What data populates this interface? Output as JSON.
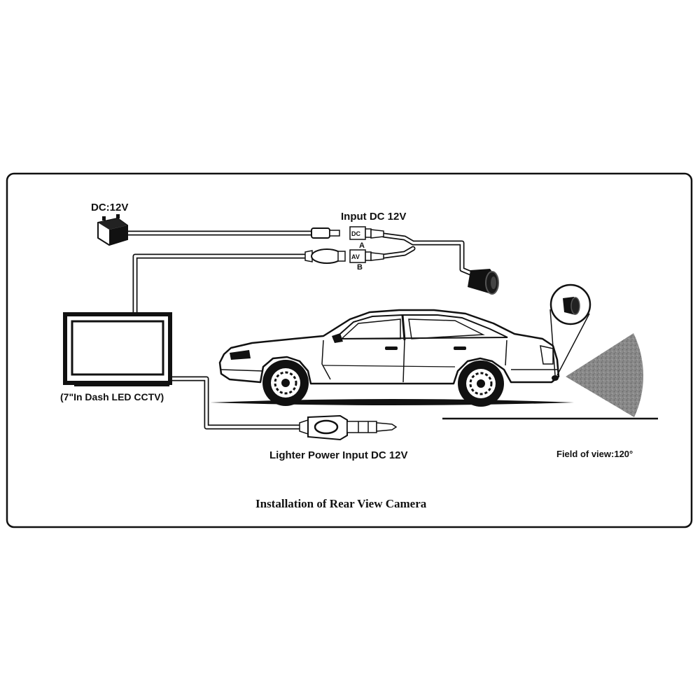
{
  "labels": {
    "battery": "DC:12V",
    "input_dc": "Input DC  12V",
    "connector_dc": "DC",
    "connector_a": "A",
    "connector_av": "AV",
    "connector_b": "B",
    "monitor": "(7\"In Dash LED CCTV)",
    "lighter": "Lighter Power Input DC 12V",
    "field_of_view": "Field of view:120°",
    "caption": "Installation of Rear View Camera"
  }
}
